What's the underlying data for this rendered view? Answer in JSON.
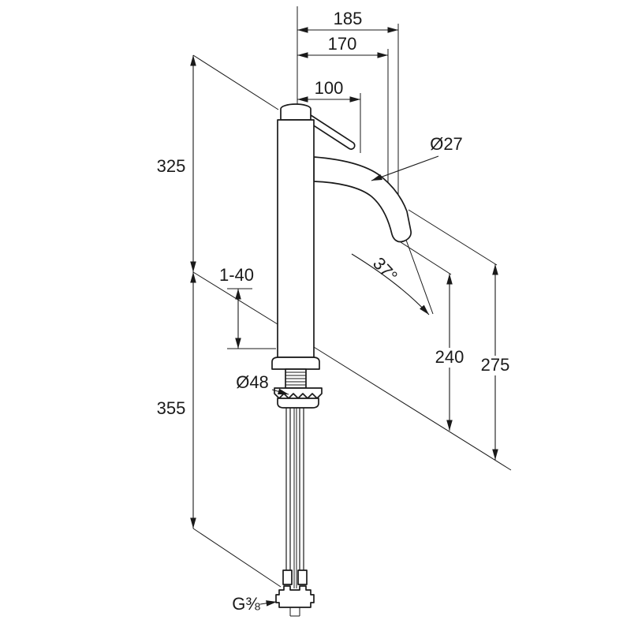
{
  "colors": {
    "line": "#1a1a1a",
    "background": "#ffffff"
  },
  "dims": {
    "d185": "185",
    "d170": "170",
    "d100": "100",
    "dia27": "Ø27",
    "h325": "325",
    "deck": "1-40",
    "angle": "37°",
    "h240": "240",
    "h275": "275",
    "dia48": "Ø48",
    "h355": "355",
    "thread": "G⅜"
  }
}
